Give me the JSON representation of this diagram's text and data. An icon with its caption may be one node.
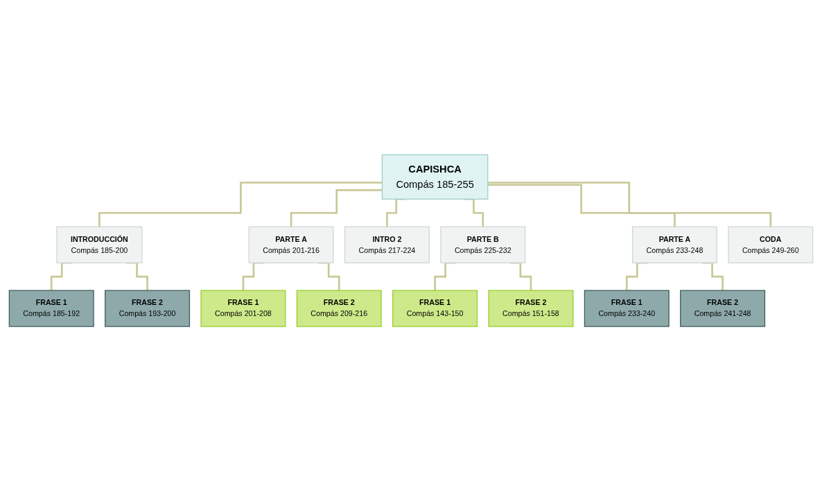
{
  "diagram": {
    "nodes": [
      {
        "text": [
          "CAPISHCA",
          "Compás 185-255"
        ]
      },
      {
        "text": [
          "INTRODUCCIÓN",
          "Compás 185-200"
        ]
      },
      {
        "text": [
          "PARTE A",
          "Compás 201-216"
        ]
      },
      {
        "text": [
          "INTRO 2",
          "Compás 217-224"
        ]
      },
      {
        "text": [
          "PARTE B",
          "Compás 225-232"
        ]
      },
      {
        "text": [
          "PARTE A",
          "Compás 233-248"
        ]
      },
      {
        "text": [
          "CODA",
          "Compás 249-260"
        ]
      },
      {
        "text": [
          "FRASE 1",
          "Compás 185-192"
        ]
      },
      {
        "text": [
          "FRASE 2",
          "Compás 193-200"
        ]
      },
      {
        "text": [
          "FRASE 1",
          "Compás 201-208"
        ]
      },
      {
        "text": [
          "FRASE 2",
          "Compás 209-216"
        ]
      },
      {
        "text": [
          "FRASE 1",
          "Compás 143-150"
        ]
      },
      {
        "text": [
          "FRASE 2",
          "Compás 151-158"
        ]
      },
      {
        "text": [
          "FRASE 1",
          "Compás 233-240"
        ]
      },
      {
        "text": [
          "FRASE 2",
          "Compás 241-248"
        ]
      }
    ],
    "edges": [
      {
        "from": 0,
        "to": 1,
        "arrow": "none"
      },
      {
        "from": 0,
        "to": 2,
        "arrow": "none"
      },
      {
        "from": 0,
        "to": 3,
        "arrow": "none"
      },
      {
        "from": 0,
        "to": 4,
        "arrow": "none"
      },
      {
        "from": 0,
        "to": 5,
        "arrow": "none"
      },
      {
        "from": 0,
        "to": 6,
        "arrow": "none"
      },
      {
        "from": 1,
        "to": 7,
        "arrow": "none"
      },
      {
        "from": 1,
        "to": 8,
        "arrow": "none"
      },
      {
        "from": 2,
        "to": 9,
        "arrow": "none"
      },
      {
        "from": 2,
        "to": 10,
        "arrow": "none"
      },
      {
        "from": 4,
        "to": 11,
        "arrow": "none"
      },
      {
        "from": 4,
        "to": 12,
        "arrow": "none"
      },
      {
        "from": 5,
        "to": 13,
        "arrow": "none"
      },
      {
        "from": 5,
        "to": 14,
        "arrow": "none"
      }
    ]
  }
}
